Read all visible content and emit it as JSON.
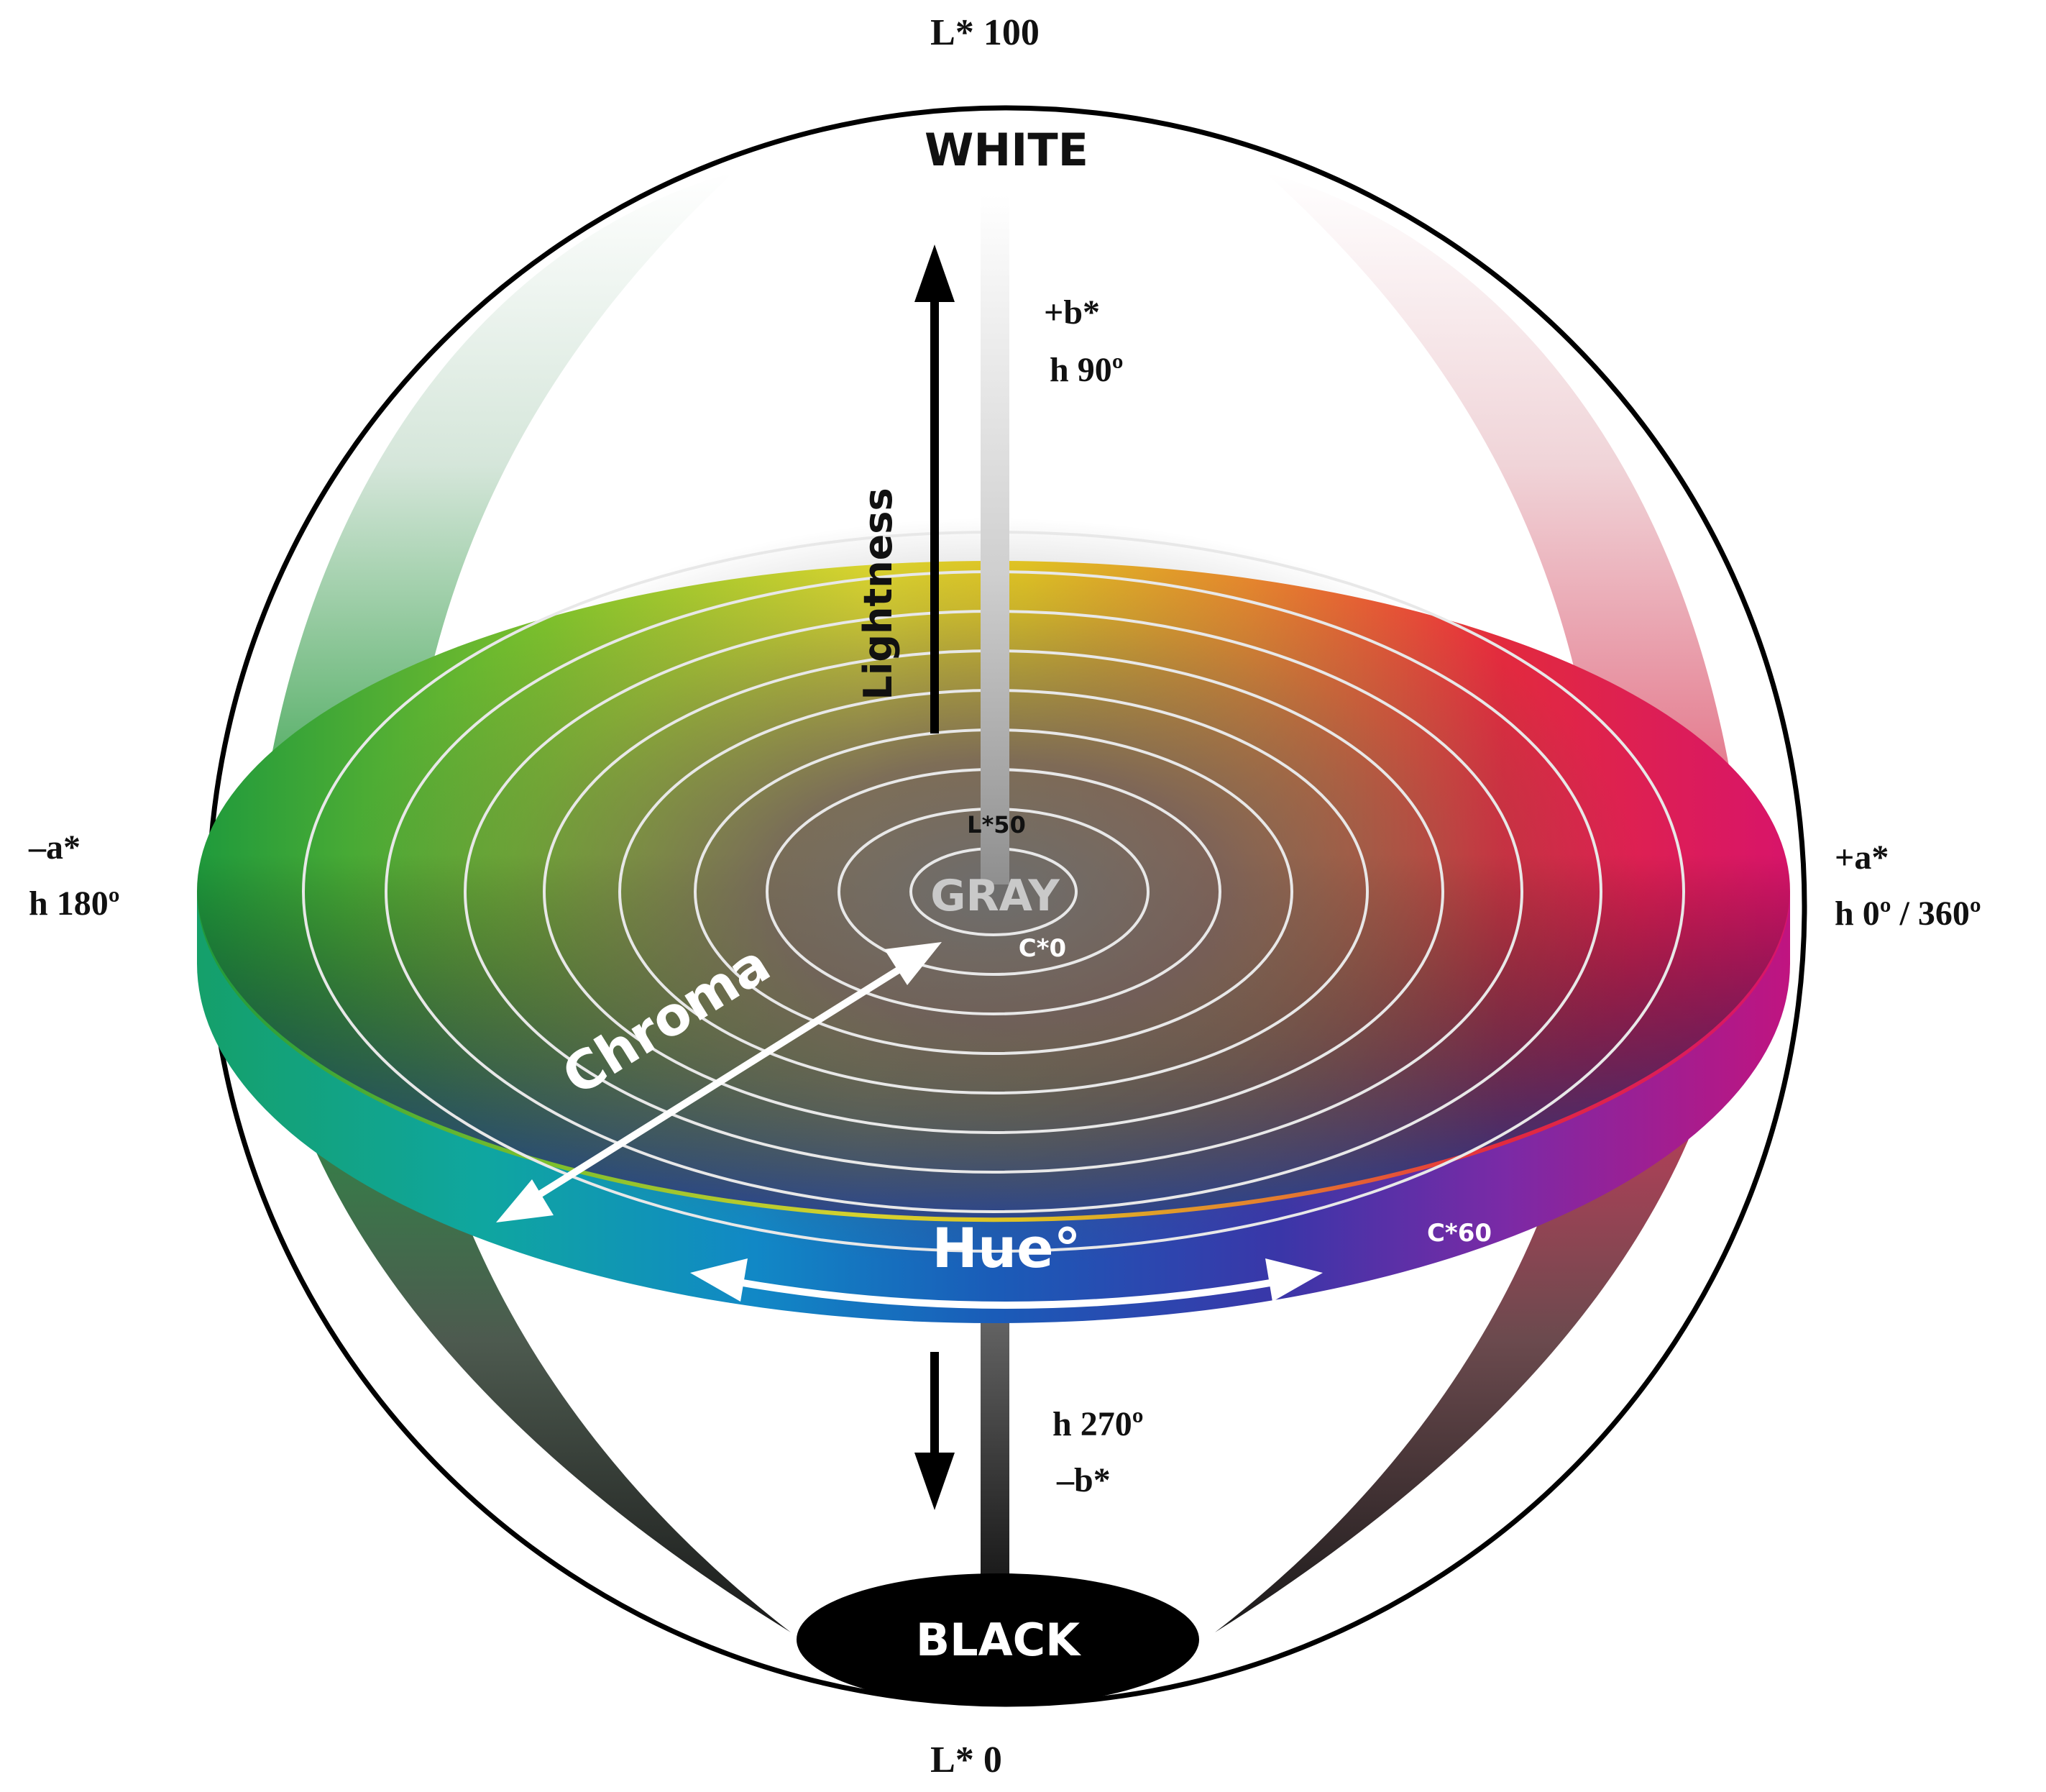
{
  "labels": {
    "top_axis": "L* 100",
    "bottom_axis": "L* 0",
    "white": "WHITE",
    "black": "BLACK",
    "gray": "GRAY",
    "lightness": "Lightness",
    "chroma": "Chroma",
    "hue": "Hue°",
    "l50": "L*50",
    "c0": "C*0",
    "c60": "C*60",
    "plus_b": "+b*",
    "h90": "h 90º",
    "h270": "h 270º",
    "minus_b": "–b*",
    "minus_a": "–a*",
    "h180": "h 180º",
    "plus_a": "+a*",
    "h0_360": "h 0º / 360º"
  },
  "colors": {
    "outline": "#000000",
    "ring": "#e8e8e8",
    "text_dark": "#111111",
    "text_light": "#ffffff",
    "gray_label": "#c9c9c9"
  }
}
